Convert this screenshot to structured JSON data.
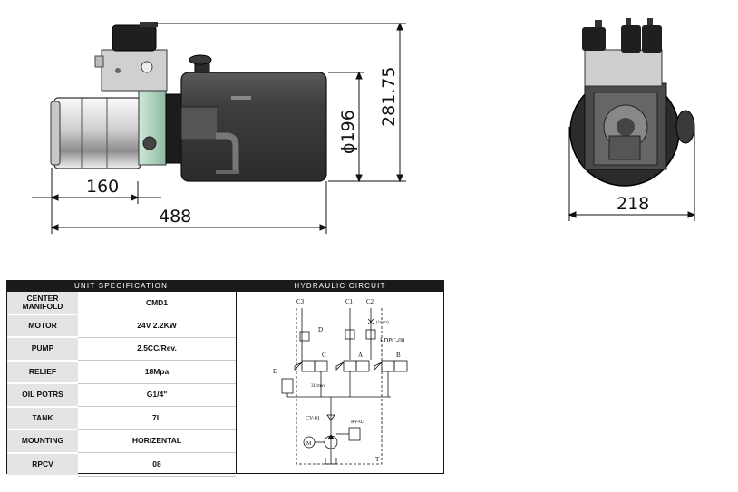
{
  "dimensions": {
    "d160": "160",
    "d488": "488",
    "d196": "ϕ196",
    "d281": "281.75",
    "d218": "218"
  },
  "spec_table": {
    "title": "UNIT SPECIFICATION",
    "rows": [
      {
        "label": "CENTER MANIFOLD",
        "label_line1": "CENTER",
        "label_line2": "MANIFOLD",
        "value": "CMD1"
      },
      {
        "label": "MOTOR",
        "value": "24V 2.2KW"
      },
      {
        "label": "PUMP",
        "value": "2.5CC/Rev."
      },
      {
        "label": "RELIEF",
        "value": "18Mpa"
      },
      {
        "label": "OIL POTRS",
        "value": "G1/4\""
      },
      {
        "label": "TANK",
        "value": "7L"
      },
      {
        "label": "MOUNTING",
        "value": "HORIZENTAL"
      },
      {
        "label": "RPCV",
        "value": "08"
      }
    ]
  },
  "circuit": {
    "title": "HYDRAULIC CIRCUIT",
    "labels": {
      "c3": "C3",
      "c1": "C1",
      "c2": "C2",
      "d": "D",
      "c": "C",
      "a": "A",
      "b": "B",
      "e": "E",
      "orifice": "(1mm)",
      "ldpc": "LDPC-08",
      "flow": "3L/min",
      "cv": "CV-01",
      "rv": "RV-03",
      "m": "M",
      "t": "T"
    }
  }
}
